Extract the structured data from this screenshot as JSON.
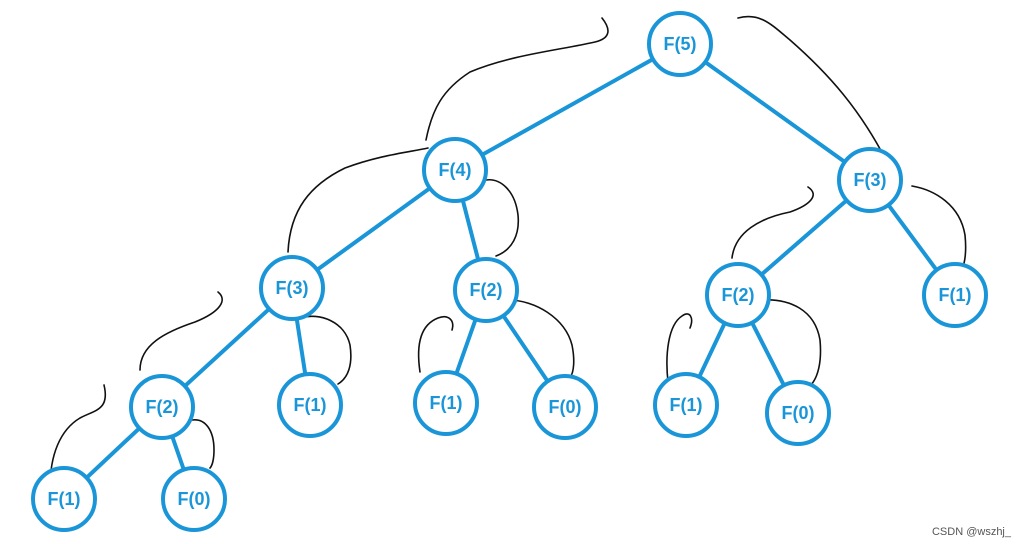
{
  "tree": {
    "nodes": [
      {
        "id": "n0",
        "label": "F(5)"
      },
      {
        "id": "n1",
        "label": "F(4)"
      },
      {
        "id": "n2",
        "label": "F(3)"
      },
      {
        "id": "n3",
        "label": "F(3)"
      },
      {
        "id": "n4",
        "label": "F(2)"
      },
      {
        "id": "n5",
        "label": "F(2)"
      },
      {
        "id": "n6",
        "label": "F(1)"
      },
      {
        "id": "n7",
        "label": "F(2)"
      },
      {
        "id": "n8",
        "label": "F(1)"
      },
      {
        "id": "n9",
        "label": "F(1)"
      },
      {
        "id": "n10",
        "label": "F(0)"
      },
      {
        "id": "n11",
        "label": "F(1)"
      },
      {
        "id": "n12",
        "label": "F(0)"
      },
      {
        "id": "n13",
        "label": "F(1)"
      },
      {
        "id": "n14",
        "label": "F(0)"
      }
    ],
    "edges": [
      [
        "n0",
        "n1"
      ],
      [
        "n0",
        "n2"
      ],
      [
        "n1",
        "n3"
      ],
      [
        "n1",
        "n4"
      ],
      [
        "n2",
        "n5"
      ],
      [
        "n2",
        "n6"
      ],
      [
        "n3",
        "n7"
      ],
      [
        "n3",
        "n8"
      ],
      [
        "n4",
        "n9"
      ],
      [
        "n4",
        "n10"
      ],
      [
        "n5",
        "n11"
      ],
      [
        "n5",
        "n12"
      ],
      [
        "n7",
        "n13"
      ],
      [
        "n7",
        "n14"
      ]
    ]
  },
  "colors": {
    "node": "#1a96d8",
    "annotation": "#111111"
  },
  "watermark": "CSDN @wszhj_"
}
